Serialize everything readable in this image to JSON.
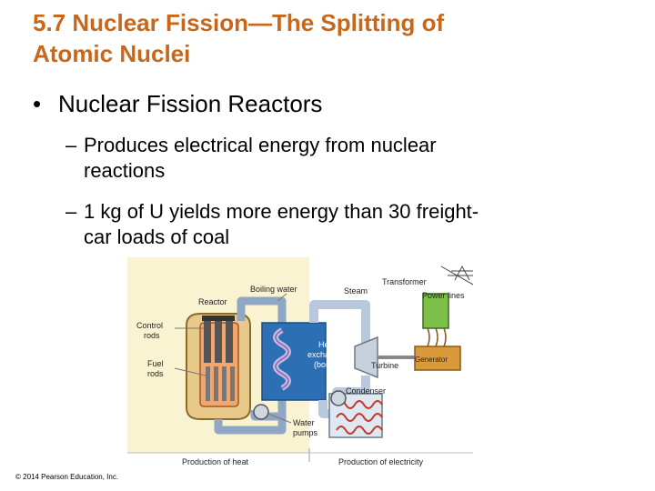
{
  "slide": {
    "title_line1": "5.7 Nuclear Fission—The Splitting of",
    "title_line2": "Atomic Nuclei",
    "bullet": "Nuclear Fission Reactors",
    "sub1_line1": "Produces electrical energy from nuclear",
    "sub1_line2": "reactions",
    "sub2_line1": "1 kg of U yields more energy than 30 freight-",
    "sub2_line2": "car loads of coal",
    "copyright": "© 2014 Pearson Education, Inc."
  },
  "diagram": {
    "labels": {
      "reactor": "Reactor",
      "boiling_water": "Boiling water",
      "steam": "Steam",
      "transformer": "Transformer",
      "power_lines": "Power lines",
      "control_rods_1": "Control",
      "control_rods_2": "rods",
      "fuel_rods_1": "Fuel",
      "fuel_rods_2": "rods",
      "heat_exchanger_1": "Heat",
      "heat_exchanger_2": "exchanger",
      "heat_exchanger_3": "(boiler)",
      "turbine": "Turbine",
      "generator": "Generator",
      "condenser": "Condenser",
      "water_pumps_1": "Water",
      "water_pumps_2": "pumps",
      "production_heat": "Production of heat",
      "production_electricity": "Production of electricity"
    }
  }
}
